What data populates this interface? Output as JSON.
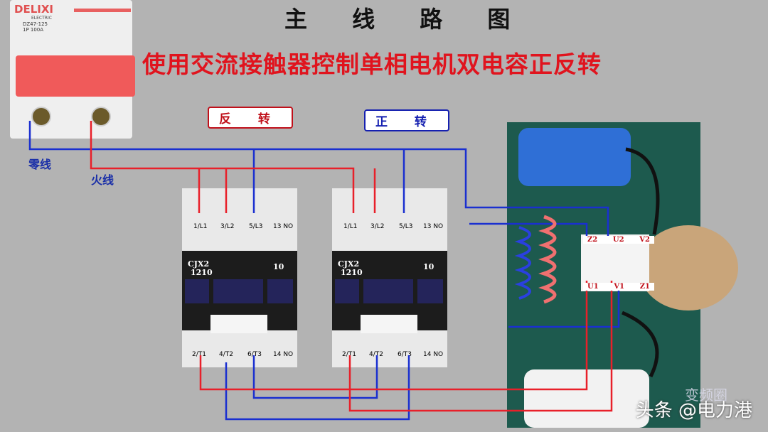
{
  "title": "主 线 路 图",
  "subtitle": "使用交流接触器控制单相电机双电容正反转",
  "tags": {
    "reverse": "反 转",
    "forward": "正 转"
  },
  "wire_labels": {
    "neutral": "零线",
    "live": "火线"
  },
  "breaker": {
    "brand": "DELIXI",
    "sub": "ELECTRIC",
    "model": "DZ47-125",
    "rating": "1P 100A"
  },
  "contactors": [
    {
      "model": "CJX2",
      "code": "1210",
      "aux": "10",
      "top_terms": [
        "1/L1",
        "3/L2",
        "5/L3",
        "13 NO"
      ],
      "bottom_terms": [
        "2/T1",
        "4/T2",
        "6/T3",
        "14 NO"
      ]
    },
    {
      "model": "CJX2",
      "code": "1210",
      "aux": "10",
      "top_terms": [
        "1/L1",
        "3/L2",
        "5/L3",
        "13 NO"
      ],
      "bottom_terms": [
        "2/T1",
        "4/T2",
        "6/T3",
        "14 NO"
      ]
    }
  ],
  "motor_terminals": {
    "top": [
      "Z2",
      "U2",
      "V2"
    ],
    "bottom": [
      "U1",
      "V1",
      "Z1"
    ]
  },
  "watermark": "头条 @电力港",
  "watermark2": "变频圈",
  "colors": {
    "neutral": "#1a2fd0",
    "live": "#e8202a",
    "title_red": "#e0141e",
    "board": "#1d5a4e"
  }
}
